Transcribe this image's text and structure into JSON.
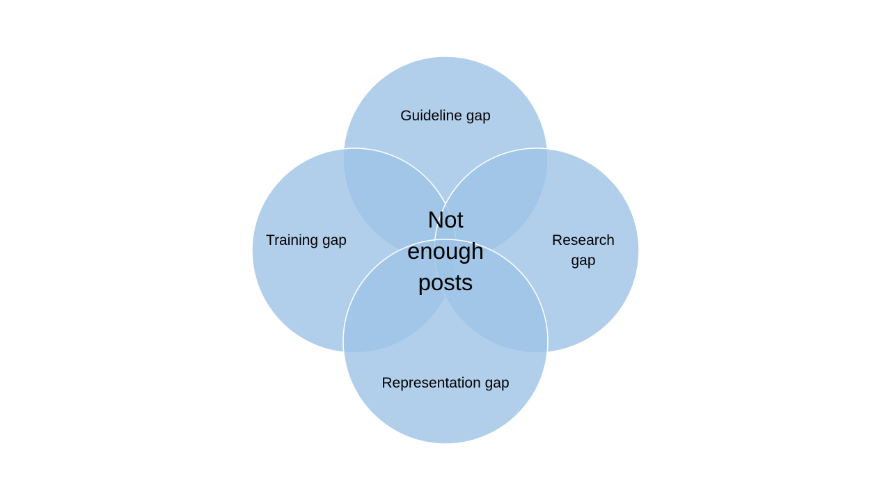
{
  "diagram": {
    "type": "venn",
    "circle_fill": "#9dc3e6",
    "circle_opacity": 0.8,
    "circle_stroke": "#ffffff",
    "center_label": "Not enough posts",
    "circles": [
      {
        "id": "top",
        "label": "Guideline gap"
      },
      {
        "id": "left",
        "label": "Training gap"
      },
      {
        "id": "right",
        "label": "Research gap"
      },
      {
        "id": "bottom",
        "label": "Representation gap"
      }
    ]
  }
}
